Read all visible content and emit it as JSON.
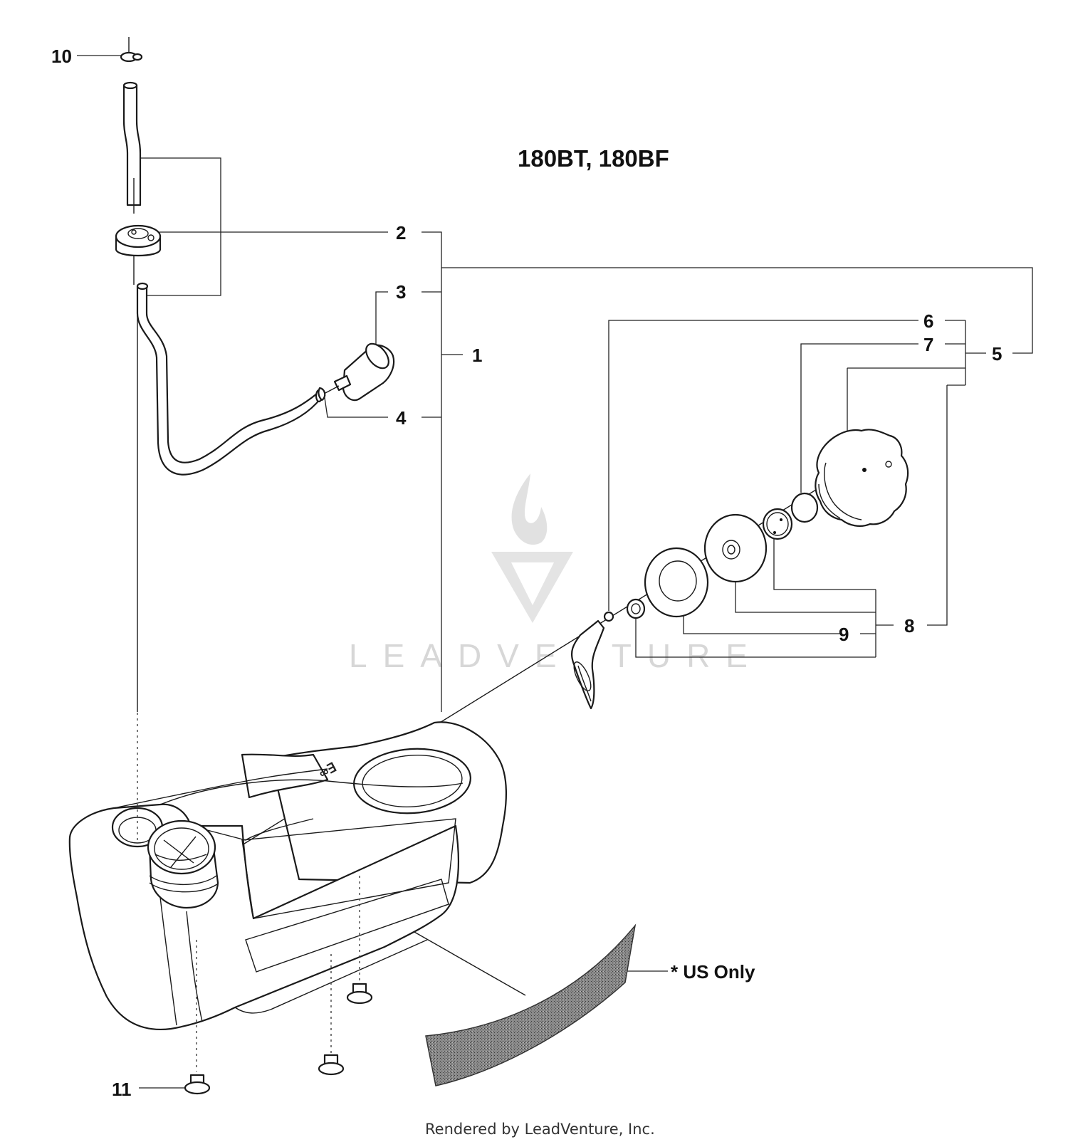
{
  "title": "180BT, 180BF",
  "footer": "Rendered by LeadVenture, Inc.",
  "watermark": "LEADVENTURE",
  "callouts": {
    "c1": "1",
    "c2": "2",
    "c3": "3",
    "c4": "4",
    "c5": "5",
    "c6": "6",
    "c7": "7",
    "c8": "8",
    "c9": "9",
    "c10": "10",
    "c11": "11"
  },
  "decal_note": "* US Only",
  "icons": {
    "watermark_logo": "flame-v-logo-icon"
  },
  "colors": {
    "line": "#1a1a1a",
    "decal": "#555555",
    "watermark": "#d7d7d7"
  }
}
